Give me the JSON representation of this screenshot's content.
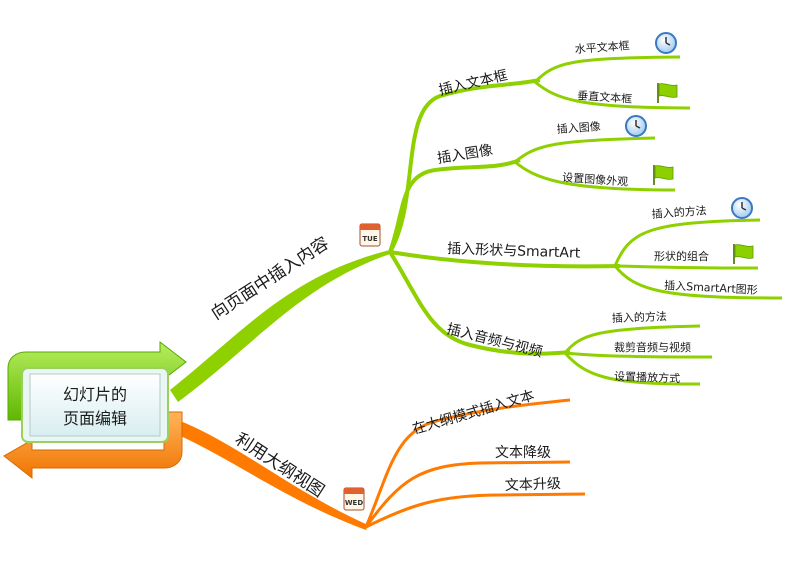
{
  "central": {
    "line1": "幻灯片的",
    "line2": "页面编辑"
  },
  "branches": [
    {
      "label": "向页面中插入内容",
      "color": "#8fd000",
      "icon": "calendar-tue-icon",
      "icon_text": "TUE",
      "children": [
        {
          "label": "插入文本框",
          "children": [
            {
              "label": "水平文本框",
              "icon": "clock-icon"
            },
            {
              "label": "垂直文本框",
              "icon": "flag-icon"
            }
          ]
        },
        {
          "label": "插入图像",
          "children": [
            {
              "label": "插入图像",
              "icon": "clock-icon"
            },
            {
              "label": "设置图像外观",
              "icon": "flag-icon"
            }
          ]
        },
        {
          "label": "插入形状与SmartArt",
          "children": [
            {
              "label": "插入的方法",
              "icon": "clock-icon"
            },
            {
              "label": "形状的组合",
              "icon": "flag-icon"
            },
            {
              "label": "插入SmartArt图形"
            }
          ]
        },
        {
          "label": "插入音频与视频",
          "children": [
            {
              "label": "插入的方法"
            },
            {
              "label": "裁剪音频与视频"
            },
            {
              "label": "设置播放方式"
            }
          ]
        }
      ]
    },
    {
      "label": "利用大纲视图",
      "color": "#ff7a00",
      "icon": "calendar-wed-icon",
      "icon_text": "WED",
      "children": [
        {
          "label": "在大纲模式插入文本"
        },
        {
          "label": "文本降级"
        },
        {
          "label": "文本升级"
        }
      ]
    }
  ]
}
